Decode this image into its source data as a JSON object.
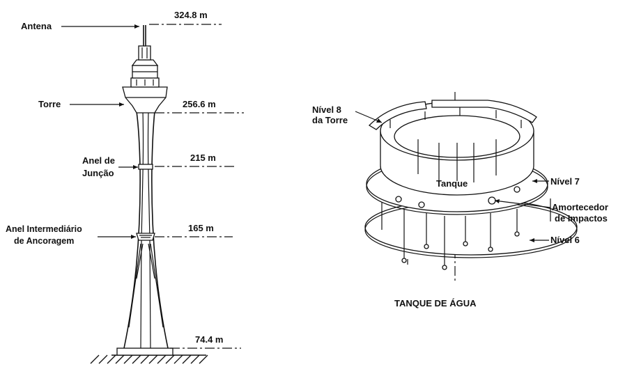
{
  "tower": {
    "labels": {
      "antenna": "Antena",
      "tower": "Torre",
      "junction_ring_line1": "Anel de",
      "junction_ring_line2": "Junção",
      "anchor_ring_line1": "Anel Intermediário",
      "anchor_ring_line2": "de Ancoragem"
    },
    "heights": {
      "antenna": "324.8 m",
      "tower": "256.6 m",
      "junction": "215 m",
      "anchor": "165 m",
      "base": "74.4 m"
    }
  },
  "tank": {
    "title": "TANQUE DE ÁGUA",
    "labels": {
      "level8_line1": "Nível 8",
      "level8_line2": "da Torre",
      "tank": "Tanque",
      "level7": "Nível 7",
      "damper_line1": "Amortecedor",
      "damper_line2": "de Impactos",
      "level6": "Nível 6"
    }
  }
}
